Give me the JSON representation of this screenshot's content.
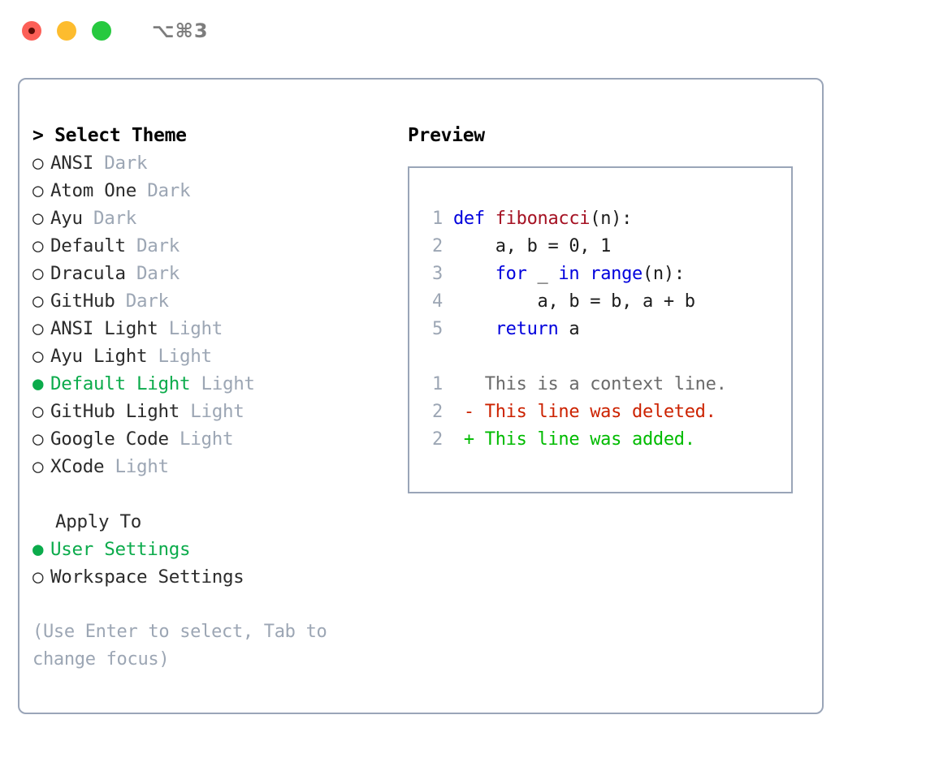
{
  "titlebar": {
    "shortcut": "⌥⌘3",
    "buttons": [
      {
        "name": "close",
        "color": "#fc5f57"
      },
      {
        "name": "minimize",
        "color": "#fdbc2e"
      },
      {
        "name": "maximize",
        "color": "#27c93f"
      }
    ]
  },
  "theme_picker": {
    "header": "> Select Theme",
    "items": [
      {
        "bullet": "○",
        "name": "ANSI",
        "tag": "Dark",
        "selected": false
      },
      {
        "bullet": "○",
        "name": "Atom One",
        "tag": "Dark",
        "selected": false
      },
      {
        "bullet": "○",
        "name": "Ayu",
        "tag": "Dark",
        "selected": false
      },
      {
        "bullet": "○",
        "name": "Default",
        "tag": "Dark",
        "selected": false
      },
      {
        "bullet": "○",
        "name": "Dracula",
        "tag": "Dark",
        "selected": false
      },
      {
        "bullet": "○",
        "name": "GitHub",
        "tag": "Dark",
        "selected": false
      },
      {
        "bullet": "○",
        "name": "ANSI Light",
        "tag": "Light",
        "selected": false
      },
      {
        "bullet": "○",
        "name": "Ayu Light",
        "tag": "Light",
        "selected": false
      },
      {
        "bullet": "●",
        "name": "Default Light",
        "tag": "Light",
        "selected": true
      },
      {
        "bullet": "○",
        "name": "GitHub Light",
        "tag": "Light",
        "selected": false
      },
      {
        "bullet": "○",
        "name": "Google Code",
        "tag": "Light",
        "selected": false
      },
      {
        "bullet": "○",
        "name": "XCode",
        "tag": "Light",
        "selected": false
      }
    ]
  },
  "apply_to": {
    "label": "Apply To",
    "items": [
      {
        "bullet": "●",
        "name": "User Settings",
        "selected": true
      },
      {
        "bullet": "○",
        "name": "Workspace Settings",
        "selected": false
      }
    ]
  },
  "hint": "(Use Enter to select, Tab to change focus)",
  "preview": {
    "title": "Preview",
    "code_lines": [
      {
        "num": "1",
        "segments": [
          {
            "text": "def ",
            "style": "kw"
          },
          {
            "text": "fibonacci",
            "style": "fn"
          },
          {
            "text": "(n):",
            "style": "plain"
          }
        ]
      },
      {
        "num": "2",
        "segments": [
          {
            "text": "    a, b = 0, 1",
            "style": "plain"
          }
        ]
      },
      {
        "num": "3",
        "segments": [
          {
            "text": "    ",
            "style": "plain"
          },
          {
            "text": "for",
            "style": "kw"
          },
          {
            "text": " _ ",
            "style": "plain"
          },
          {
            "text": "in range",
            "style": "kw"
          },
          {
            "text": "(n):",
            "style": "plain"
          }
        ]
      },
      {
        "num": "4",
        "segments": [
          {
            "text": "        a, b = b, a + b",
            "style": "plain"
          }
        ]
      },
      {
        "num": "5",
        "segments": [
          {
            "text": "    ",
            "style": "plain"
          },
          {
            "text": "return",
            "style": "kw"
          },
          {
            "text": " a",
            "style": "plain"
          }
        ]
      }
    ],
    "diff_lines": [
      {
        "num": "1",
        "marker": "  ",
        "text": "This is a context line.",
        "style": "ctx"
      },
      {
        "num": "2",
        "marker": "- ",
        "text": "This line was deleted.",
        "style": "del"
      },
      {
        "num": "2",
        "marker": "+ ",
        "text": "This line was added.",
        "style": "add"
      }
    ]
  },
  "colors": {
    "selected_green": "#0bab4b",
    "muted_gray": "#9ca6b4",
    "keyword_blue": "#0000dd",
    "function_red": "#a51223",
    "diff_deleted": "#cc2200",
    "diff_added": "#00bb00",
    "border": "#9aa5b8"
  }
}
